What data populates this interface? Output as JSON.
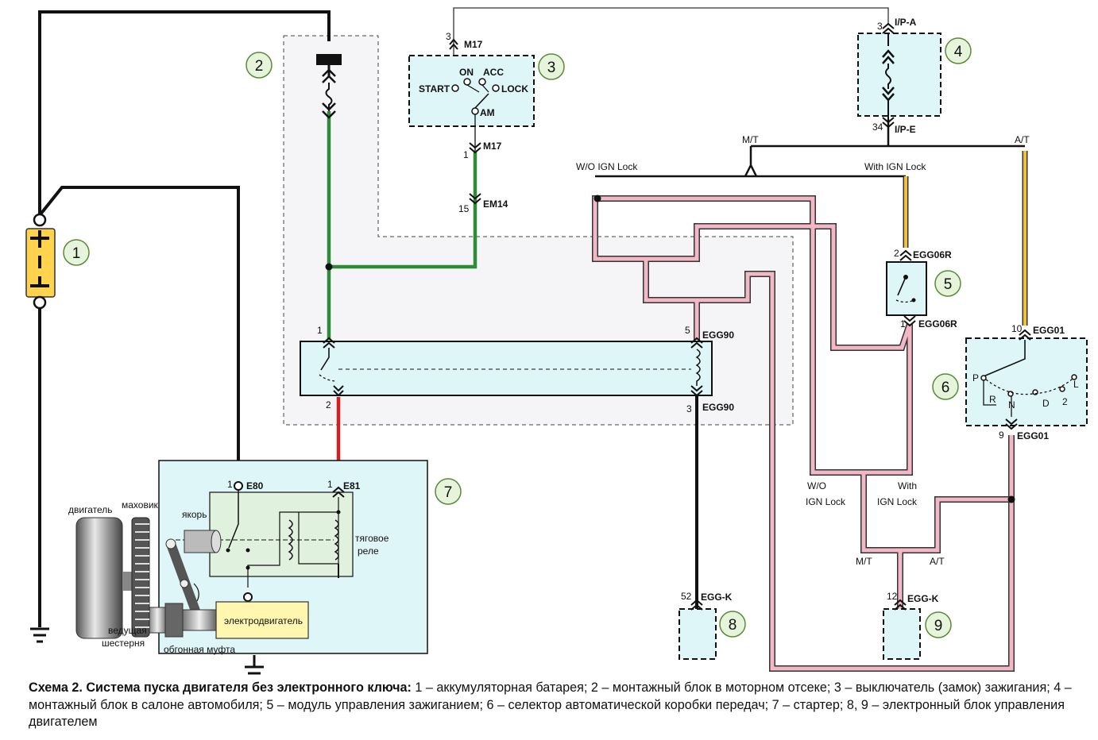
{
  "colors": {
    "wire_black": "#111111",
    "wire_green": "#2e8b3a",
    "wire_red": "#cc2222",
    "wire_pink": "#f2b8c6",
    "wire_yellow": "#f0c040",
    "module_fill": "#dff6f8",
    "fuse_fill": "#ffd34d",
    "callout_fill": "#e6f4dc",
    "callout_stroke": "#5a8a3a"
  },
  "callouts": [
    "1",
    "2",
    "3",
    "4",
    "5",
    "6",
    "7",
    "8",
    "9"
  ],
  "connectors": {
    "m17_top": "M17",
    "m17_bot": "M17",
    "em14": "EM14",
    "ipa": "I/P-A",
    "ipe": "I/P-E",
    "egg06r_top": "EGG06R",
    "egg06r_bot": "EGG06R",
    "egg90_top": "EGG90",
    "egg90_bot": "EGG90",
    "egg01_top": "EGG01",
    "egg01_bot": "EGG01",
    "e80": "E80",
    "e81": "E81",
    "eggk_8": "EGG-K",
    "eggk_9": "EGG-K"
  },
  "pins": {
    "m17_top": "3",
    "m17_bot": "1",
    "em14": "15",
    "ipa": "3",
    "ipe": "34",
    "egg06r_top": "2",
    "egg06r_bot": "1",
    "relay_in": "1",
    "relay_out": "2",
    "egg90_top": "5",
    "egg90_bot": "3",
    "egg01_top": "10",
    "egg01_bot": "9",
    "e80": "1",
    "e81": "1",
    "eggk_8": "52",
    "eggk_9": "12"
  },
  "switch_labels": {
    "start": "START",
    "on": "ON",
    "acc": "ACC",
    "lock": "LOCK",
    "am": "AM"
  },
  "branch_labels": {
    "mt_top": "M/T",
    "at_top": "A/T",
    "wo_ign_lock": "W/O IGN Lock",
    "with_ign_lock": "With IGN Lock",
    "wo_a": "W/O",
    "wo_b": "IGN Lock",
    "with_a": "With",
    "with_b": "IGN Lock",
    "mt_bot": "M/T",
    "at_bot": "A/T"
  },
  "selector": {
    "p": "P",
    "r": "R",
    "n": "N",
    "d": "D",
    "two": "2",
    "l": "L"
  },
  "starter_labels": {
    "engine": "двигатель",
    "flywheel": "маховик",
    "armature": "якорь",
    "relay_a": "тяговое",
    "relay_b": "реле",
    "motor": "электродвигатель",
    "pinion_a": "ведущая",
    "pinion_b": "шестерня",
    "clutch": "обгонная муфта"
  },
  "caption": {
    "title": "Схема 2. Система пуска двигателя без электронного ключа:",
    "text": " 1 – аккумуляторная батарея; 2 – монтажный блок в моторном отсеке; 3 – выключатель (замок) зажигания; 4 – монтажный блок в салоне автомобиля; 5 – модуль управления зажиганием; 6 – селектор автоматической коробки передач; 7 – стартер; 8, 9 – электронный блок управления двигателем"
  }
}
